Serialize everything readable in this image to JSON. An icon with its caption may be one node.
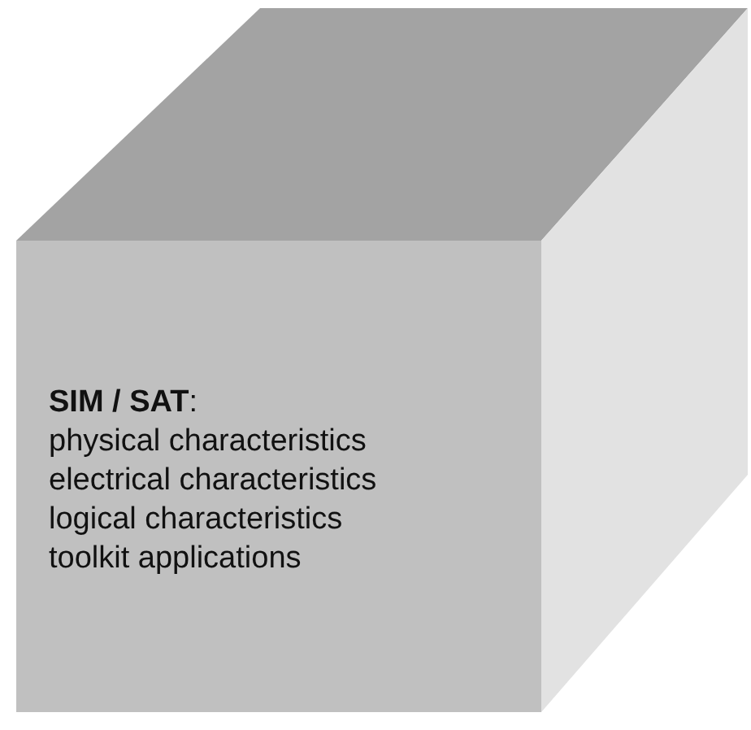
{
  "diagram": {
    "nodes": [
      {
        "text": [
          "**SIM / SAT**:",
          "physical characteristics",
          "electrical characteristics",
          "logical characteristics",
          "toolkit applications"
        ]
      }
    ]
  }
}
